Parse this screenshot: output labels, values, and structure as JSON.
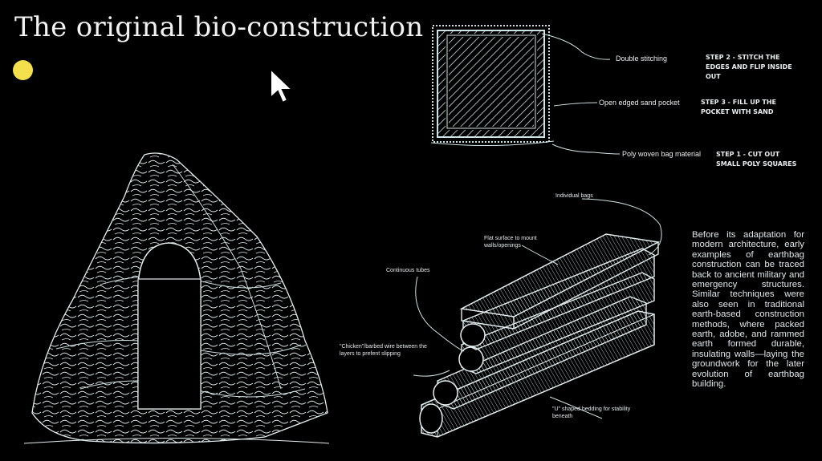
{
  "title": "The original bio-construction",
  "bag_diagram": {
    "labels": {
      "double_stitching": "Double stitching",
      "sand_pocket": "Open edged sand pocket",
      "bag_material": "Poly woven bag material"
    },
    "steps": {
      "step2": "STEP 2 - STITCH THE EDGES AND FLIP INSIDE OUT",
      "step3": "STEP 3  - FILL UP THE POCKET WITH SAND",
      "step1": "STEP 1 - CUT OUT SMALL POLY SQUARES"
    }
  },
  "wall_diagram": {
    "individual_bags": "Individual bags",
    "flat_surface": "Flat surface to mount walls/openings",
    "continuous_tubes": "Continuous tubes",
    "barbed_wire": "\"Chicken\"/barbed wire between the layers to prefent slipping",
    "u_bedding": "\"U\" shaped bedding for stability beneath"
  },
  "paragraph": "Before its adaptation for modern architecture, early examples of earthbag construction can be traced back to ancient military and emergency structures. Similar techniques were also seen in traditional earth-based construction methods, where packed earth, adobe, and rammed earth formed durable, insulating walls—laying the groundwork for the later evolution of earthbag building.",
  "colors": {
    "background": "#000000",
    "dot": "#f4e04d",
    "line": "#cfe3e6",
    "text": "#e8eef0"
  }
}
